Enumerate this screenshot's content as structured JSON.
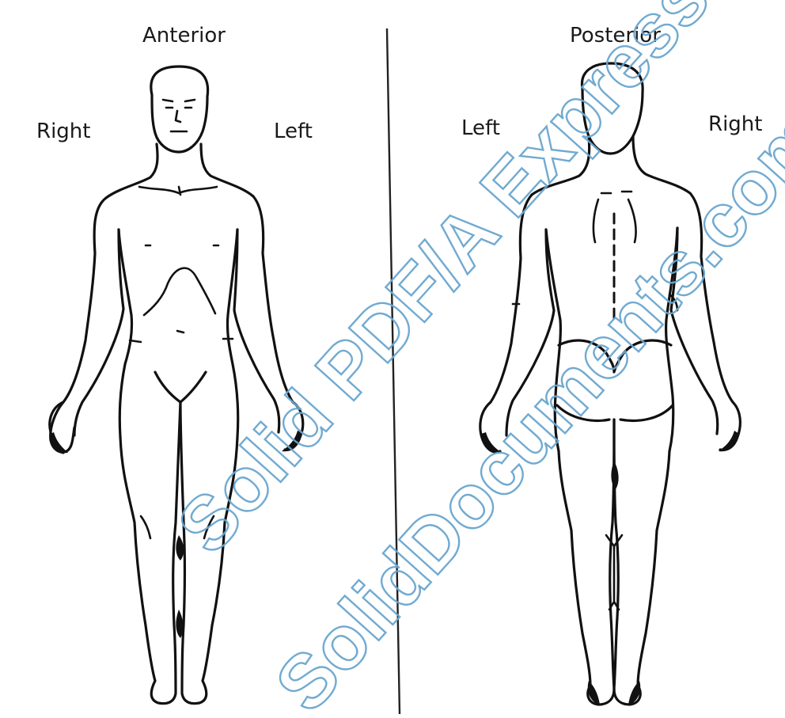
{
  "views": {
    "anterior": {
      "title": "Anterior",
      "side_right": "Right",
      "side_left": "Left"
    },
    "posterior": {
      "title": "Posterior",
      "side_left": "Left",
      "side_right": "Right"
    }
  },
  "watermark": {
    "line1": "Solid PDF/A Express",
    "line2": "SolidDocuments.com/",
    "color": "#6aa6cf"
  },
  "colors": {
    "ink": "#111111",
    "background": "#ffffff"
  }
}
